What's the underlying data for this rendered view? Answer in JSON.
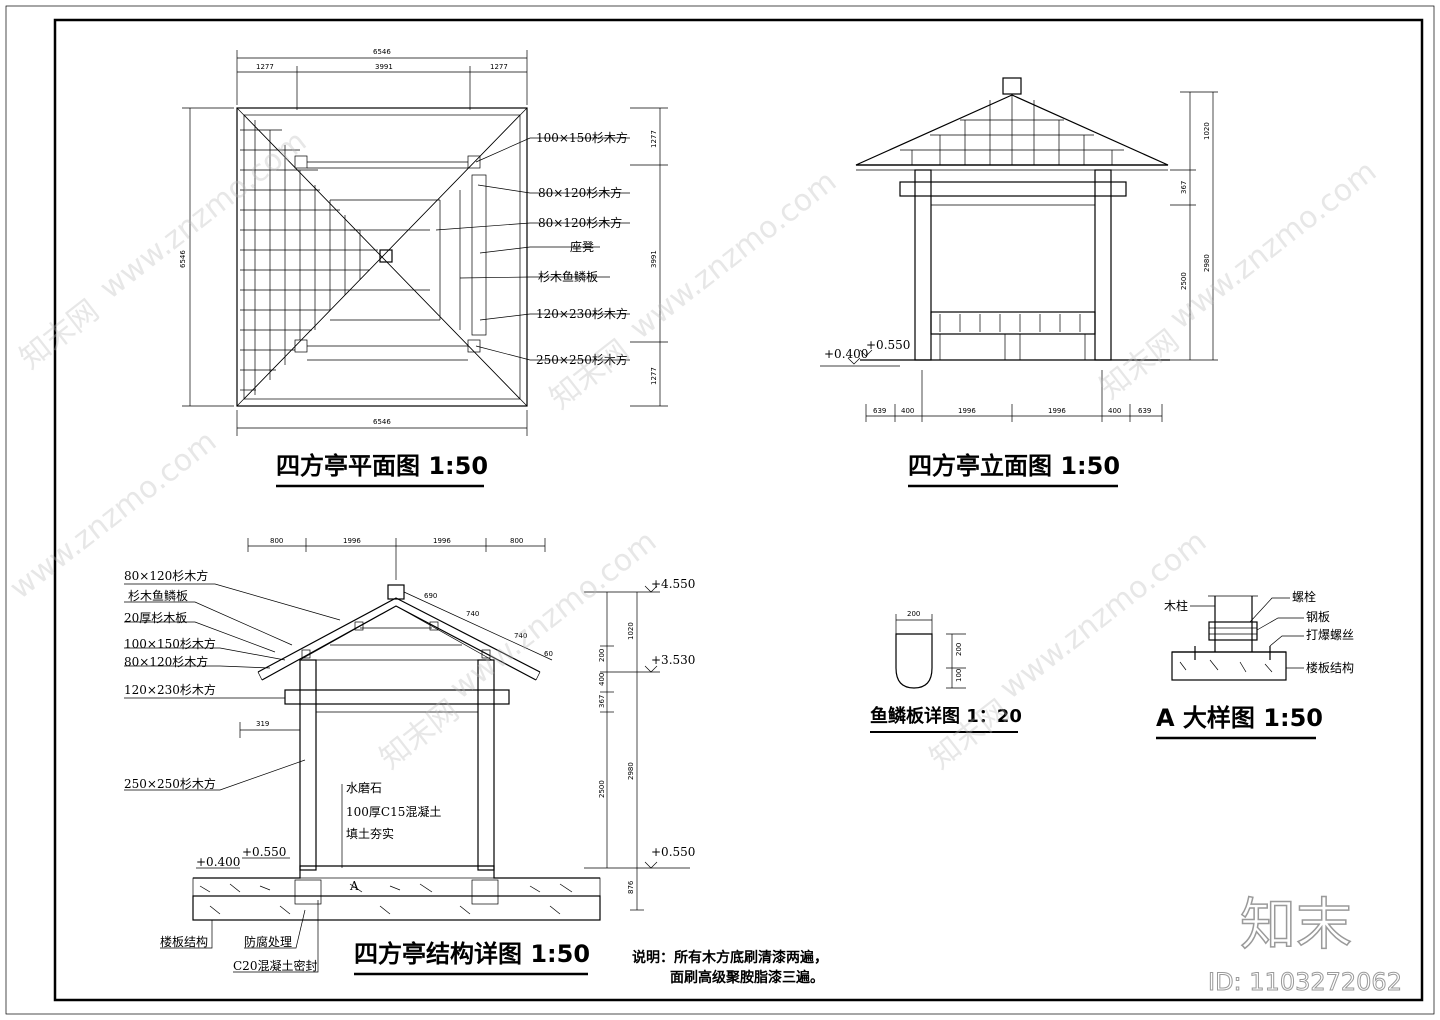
{
  "titles": {
    "plan": "四方亭平面图 1:50",
    "elevation": "四方亭立面图 1:50",
    "section": "四方亭结构详图 1:50",
    "scale_detail": "鱼鳞板详图  1：20",
    "a_detail": "A 大样图 1:50"
  },
  "plan": {
    "dims_top": [
      "6546",
      "1277",
      "3991",
      "1277"
    ],
    "dim_bottom": "6546",
    "dim_left": "6546",
    "dims_right": [
      "1277",
      "3991",
      "1277"
    ],
    "labels": [
      "100×150杉木方",
      "80×120杉木方",
      "80×120杉木方",
      "座凳",
      "杉木鱼鳞板",
      "120×230杉木方",
      "250×250杉木方"
    ]
  },
  "elevation": {
    "levels": [
      "+0.550",
      "+0.400"
    ],
    "dims_bottom": [
      "639",
      "400",
      "1996",
      "1996",
      "400",
      "639"
    ],
    "dims_right": [
      "1020",
      "367",
      "2500",
      "2980"
    ]
  },
  "section": {
    "dims_top": [
      "800",
      "1996",
      "1996",
      "800"
    ],
    "roof_dims": [
      "690",
      "740",
      "740",
      "60"
    ],
    "left_labels": [
      "80×120杉木方",
      "杉木鱼鳞板",
      "20厚杉木板",
      "100×150杉木方",
      "80×120杉木方",
      "120×230杉木方",
      "250×250杉木方"
    ],
    "dim_319": "319",
    "fill_labels": [
      "水磨石",
      "100厚C15混凝土",
      "填土夯实"
    ],
    "levels_right": [
      "+4.550",
      "+3.530",
      "+0.550"
    ],
    "levels_left": [
      "+0.400",
      "+0.550"
    ],
    "dims_right": [
      "1020",
      "200",
      "400",
      "367",
      "2500",
      "2980",
      "876"
    ],
    "marker": "A",
    "bottom_labels": [
      "楼板结构",
      "防腐处理",
      "C20混凝土密封"
    ]
  },
  "scale_detail": {
    "dims": [
      "200",
      "200",
      "100"
    ]
  },
  "a_detail": {
    "labels": [
      "木柱",
      "螺栓",
      "钢板",
      "打爆螺丝",
      "楼板结构"
    ]
  },
  "notes": {
    "line1": "说明：所有木方底刷清漆两遍，",
    "line2": "面刷高级聚胺脂漆三遍。"
  },
  "watermark": {
    "logo": "知末",
    "id": "ID: 1103272062",
    "site": "www.znzmo.com",
    "brand": "知末网"
  }
}
